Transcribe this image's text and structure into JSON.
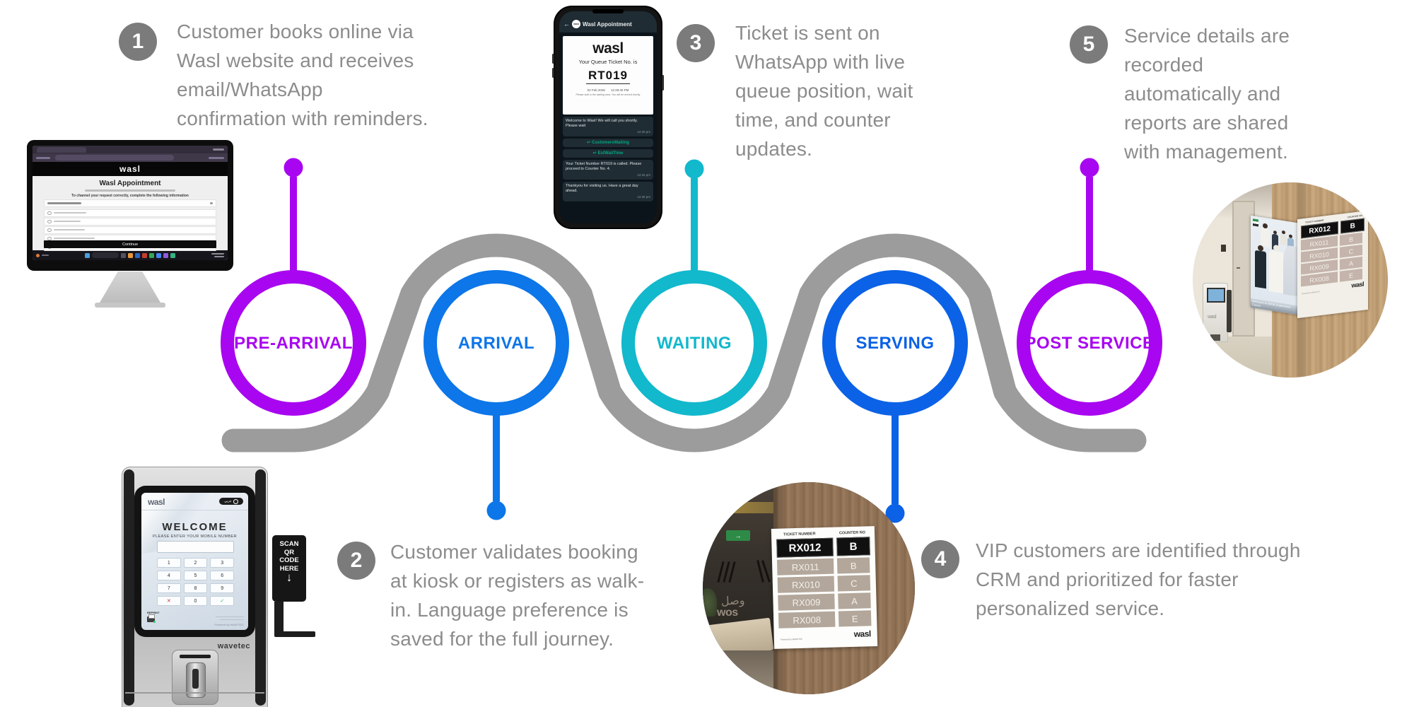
{
  "journey": {
    "road_color": "#9C9C9C",
    "stages": [
      {
        "label": "PRE-ARRIVAL",
        "color": "#A806F0"
      },
      {
        "label": "ARRIVAL",
        "color": "#0D76E8"
      },
      {
        "label": "WAITING",
        "color": "#12B8CC"
      },
      {
        "label": "SERVING",
        "color": "#0B62E6"
      },
      {
        "label": "POST SERVICE",
        "color": "#A806F0"
      }
    ]
  },
  "steps": [
    {
      "num": "1",
      "text": "Customer books online via\nWasl website and receives\nemail/WhatsApp\nconfirmation with reminders."
    },
    {
      "num": "2",
      "text": "Customer validates booking\nat kiosk or registers as walk-\nin. Language preference is\nsaved for the full journey."
    },
    {
      "num": "3",
      "text": "Ticket is sent on\nWhatsApp with live\nqueue position, wait\ntime, and counter\nupdates."
    },
    {
      "num": "4",
      "text": "VIP customers are identified through\nCRM and prioritized for faster\npersonalized service."
    },
    {
      "num": "5",
      "text": "Service details are\nrecorded\nautomatically and\nreports are shared\nwith management."
    }
  ],
  "monitor": {
    "logo": "wasl",
    "page_title": "Wasl Appointment",
    "form_intro": "To channel your request correctly, complete the following information",
    "continue_label": "Continue"
  },
  "phone": {
    "back_icon": "←",
    "avatar": "wasl",
    "header_title": "Wasl Appointment",
    "ticket": {
      "logo": "wasl",
      "line": "Your Queue Ticket No. is",
      "number": "RT019",
      "date": "02 Feb 2026",
      "time": "12:28:40 PM",
      "note": "Please wait in the waiting area. You will be served shortly"
    },
    "msg_welcome": "Welcome to Wasl! We will call you shortly. Please wait",
    "msg_welcome_time": "12:30 pm",
    "btn_waiting": "CustomersWaiting",
    "btn_wait_time": "EstWaitTime",
    "reply_icon": "↩",
    "msg_called": "Your Ticket Number RT019 is called. Please proceed to Counter No. 4.",
    "msg_called_time": "12:34 pm",
    "msg_bye": "Thankyou for visiting us. Have a great day ahead.",
    "msg_bye_time": "12:36 pm"
  },
  "kiosk": {
    "logo": "wasl",
    "lang_pill": "عربي",
    "welcome": "WELCOME",
    "instruction": "PLEASE ENTER YOUR MOBILE NUMBER",
    "keypad": [
      "1",
      "2",
      "3",
      "4",
      "5",
      "6",
      "7",
      "8",
      "9",
      "✕",
      "0",
      "✓"
    ],
    "reprint": "REPRINT",
    "powered": "Powered by WAVETEC",
    "side_label": "SCAN\nQR\nCODE\nHERE",
    "side_arrow": "↓",
    "brand": "wavetec"
  },
  "queue": {
    "header_ticket": "TICKET NUMBER",
    "header_counter": "COUNTER NO",
    "rows": [
      {
        "ticket": "RX012",
        "counter": "B"
      },
      {
        "ticket": "RX011",
        "counter": "B"
      },
      {
        "ticket": "RX010",
        "counter": "C"
      },
      {
        "ticket": "RX009",
        "counter": "A"
      },
      {
        "ticket": "RX008",
        "counter": "E"
      }
    ],
    "brand": "wasl",
    "powered": "Powered by WAVETEC"
  },
  "corner_display": {
    "caption": "Welcome to WASL Experience Centre",
    "brand": "wasl",
    "kiosk_brand": "wasl"
  },
  "exit_sign_arrow": "→"
}
